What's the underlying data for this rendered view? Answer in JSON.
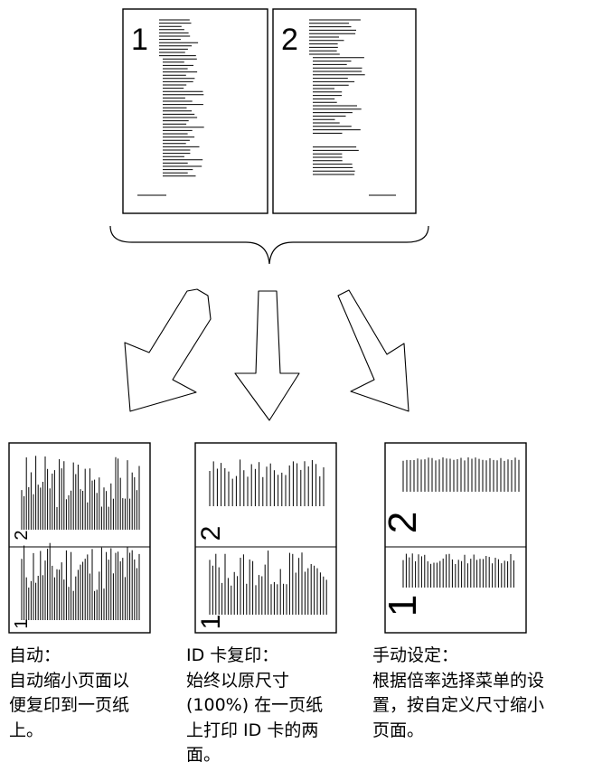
{
  "source_pages": [
    {
      "number": "1"
    },
    {
      "number": "2"
    }
  ],
  "options": [
    {
      "name": "auto",
      "caption_lines": [
        "自动：",
        "自动缩小页面以",
        "便复印到一页纸",
        "上。"
      ]
    },
    {
      "name": "id-card",
      "caption_lines": [
        "ID 卡复印：",
        "始终以原尺寸",
        "(100%) 在一页纸",
        "上打印 ID 卡的两",
        "面。"
      ]
    },
    {
      "name": "manual",
      "caption_lines": [
        "手动设定：",
        "根据倍率选择菜单的设",
        "置，按自定义尺寸缩小",
        "页面。"
      ]
    }
  ],
  "result_page_numbers": [
    "2",
    "1"
  ]
}
